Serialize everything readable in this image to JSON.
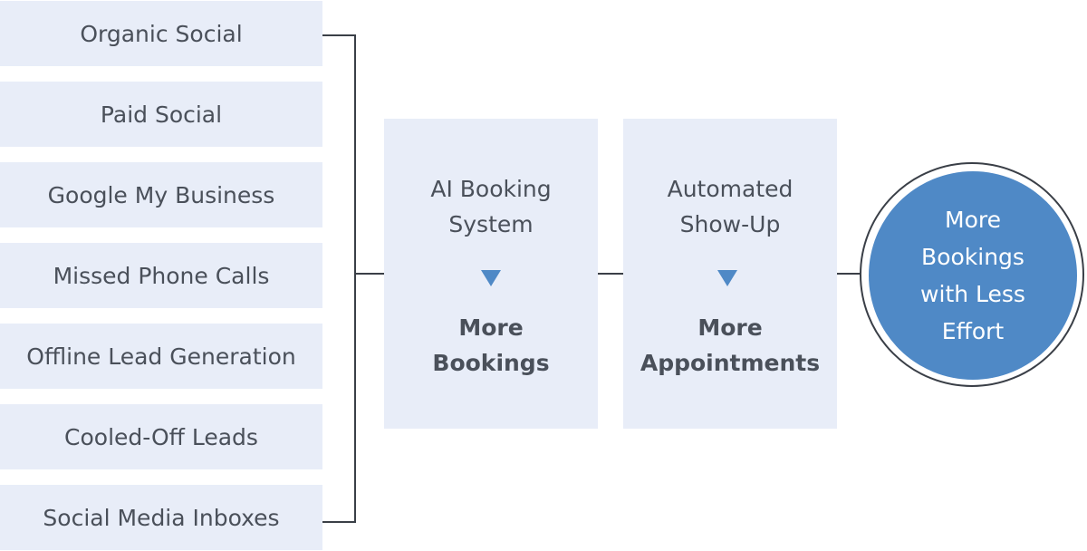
{
  "colors": {
    "box_fill": "#e8edf8",
    "text": "#4a505a",
    "connector": "#3a3f47",
    "accent": "#4f89c6",
    "outcome_text": "#ffffff"
  },
  "sources": [
    "Organic Social",
    "Paid Social",
    "Google My Business",
    "Missed Phone Calls",
    "Offline Lead Generation",
    "Cooled-Off Leads",
    "Social Media Inboxes"
  ],
  "stages": [
    {
      "title": "AI Booking\nSystem",
      "arrow_icon": "triangle-down",
      "result": "More\nBookings"
    },
    {
      "title": "Automated\nShow-Up",
      "arrow_icon": "triangle-down",
      "result": "More\nAppointments"
    }
  ],
  "outcome": {
    "text": "More\nBookings\nwith Less\nEffort"
  }
}
